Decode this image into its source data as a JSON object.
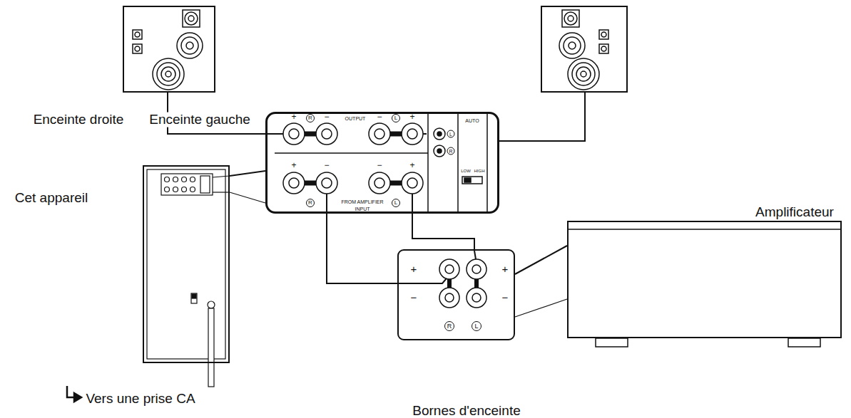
{
  "diagram": {
    "nodes": [
      {
        "text": [
          "Enceinte droite"
        ]
      },
      {
        "text": [
          "Enceinte gauche"
        ]
      },
      {
        "text": [
          "Cet appareil"
        ]
      },
      {
        "text": [
          "OUTPUT",
          "FROM AMPLIFIER",
          "INPUT"
        ]
      },
      {
        "text": [
          "Bornes d'enceinte"
        ]
      },
      {
        "text": [
          "Amplificateur"
        ]
      }
    ],
    "edges": [
      {
        "from": 3,
        "to": 0,
        "arrow": "none"
      },
      {
        "from": 3,
        "to": 1,
        "arrow": "none"
      },
      {
        "from": 3,
        "to": 4,
        "arrow": "none"
      },
      {
        "from": 3,
        "to": 4,
        "arrow": "none"
      },
      {
        "from": 2,
        "to": 3,
        "arrow": "none"
      },
      {
        "from": 4,
        "to": 5,
        "arrow": "none"
      }
    ],
    "labels": [
      "Vers une prise CA",
      "+",
      "R",
      "−",
      "−",
      "L",
      "+",
      "+",
      "−",
      "−",
      "+",
      "R",
      "L",
      "L",
      "R",
      "AUTO",
      "LOW",
      "HIGH",
      "+",
      "+",
      "−",
      "−",
      "R",
      "L"
    ]
  }
}
